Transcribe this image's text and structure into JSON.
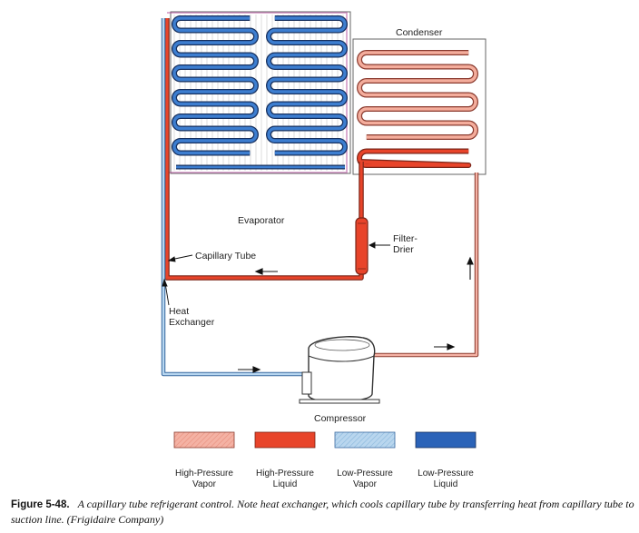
{
  "labels": {
    "condenser": "Condenser",
    "evaporator": "Evaporator",
    "filter_drier_1": "Filter-",
    "filter_drier_2": "Drier",
    "capillary_tube": "Capillary Tube",
    "heat_exchanger_1": "Heat",
    "heat_exchanger_2": "Exchanger",
    "compressor": "Compressor"
  },
  "legend": [
    {
      "line1": "High-Pressure",
      "line2": "Vapor",
      "color": "#f2a594"
    },
    {
      "line1": "High-Pressure",
      "line2": "Liquid",
      "color": "#e8442a"
    },
    {
      "line1": "Low-Pressure",
      "line2": "Vapor",
      "color": "#a9cde8"
    },
    {
      "line1": "Low-Pressure",
      "line2": "Liquid",
      "color": "#2b63b8"
    }
  ],
  "caption": {
    "figure": "Figure 5-48.",
    "text": "A capillary tube refrigerant control. Note heat exchanger, which cools capillary tube by transferring heat from capillary tube to suction line. (Frigidaire Company)"
  },
  "colors": {
    "high_pressure_vapor": "#f2a594",
    "high_pressure_liquid": "#e8442a",
    "low_pressure_vapor": "#a9cde8",
    "low_pressure_liquid": "#2b63b8",
    "tube_outline": "#7a3a30"
  }
}
